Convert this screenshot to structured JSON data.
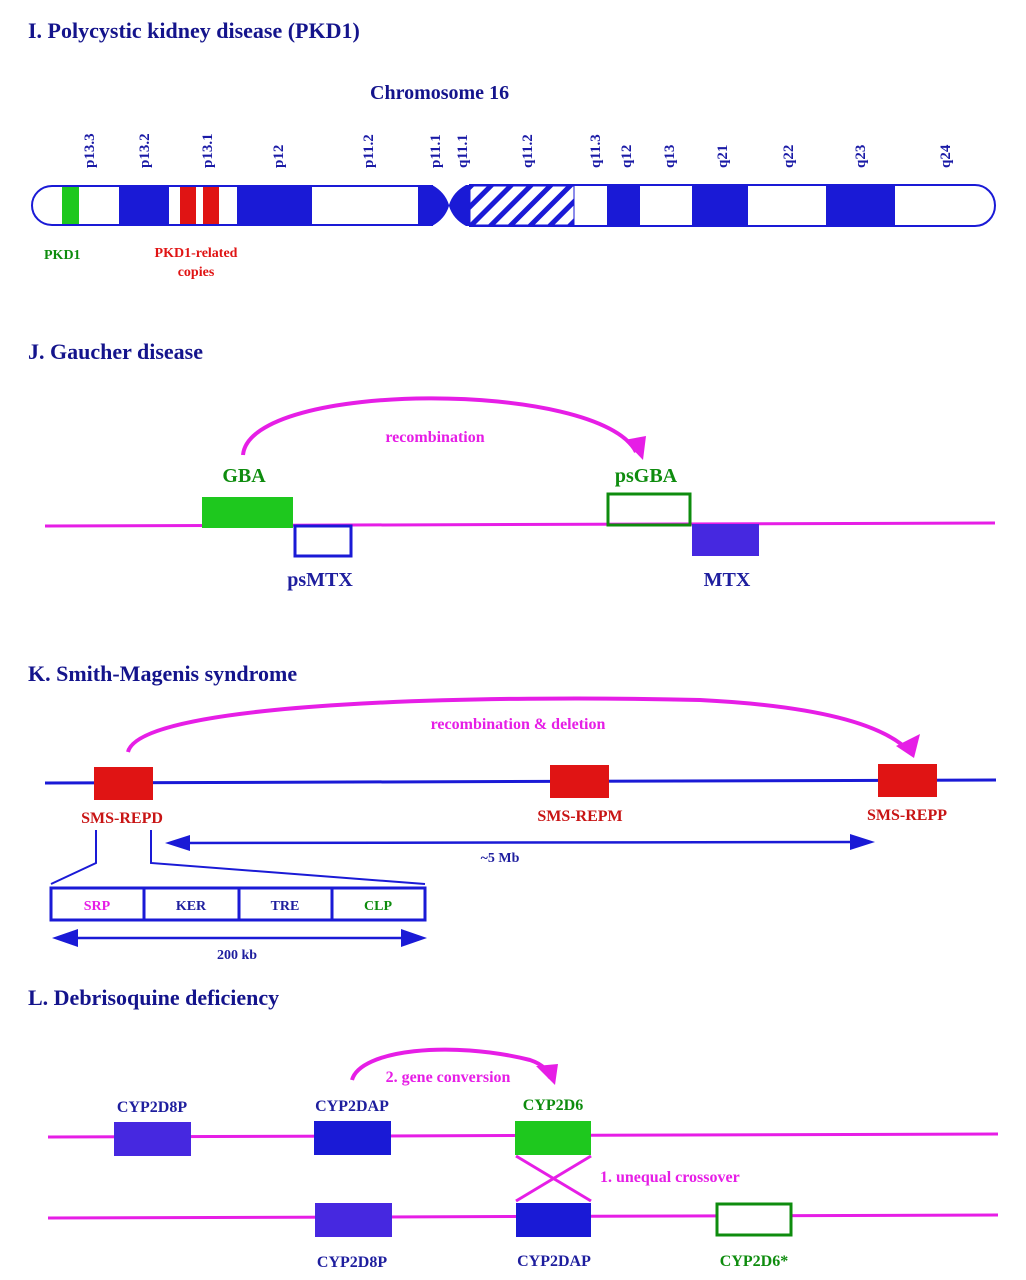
{
  "colors": {
    "title": "#14148c",
    "blue": "#1a1ad6",
    "navy": "#1e1e9e",
    "magenta": "#e61ee6",
    "green": "#1ec81e",
    "dark_green": "#0e8c0e",
    "red": "#e01414",
    "dark_red": "#c81414",
    "violet": "#4628e0"
  },
  "panel_i": {
    "title": "I. Polycystic kidney disease (PKD1)",
    "chromosome_label": "Chromosome 16",
    "bands": [
      "p13.3",
      "p13.2",
      "p13.1",
      "p12",
      "p11.2",
      "p11.1",
      "q11.1",
      "q11.2",
      "q11.3",
      "q12",
      "q13",
      "q21",
      "q22",
      "q23",
      "q24"
    ],
    "gene_label": "PKD1",
    "related_label_line1": "PKD1-related",
    "related_label_line2": "copies"
  },
  "panel_j": {
    "title": "J. Gaucher disease",
    "arrow_label": "recombination",
    "genes": {
      "gba": "GBA",
      "psgba": "psGBA",
      "psmtx": "psMTX",
      "mtx": "MTX"
    }
  },
  "panel_k": {
    "title": "K. Smith-Magenis syndrome",
    "arrow_label": "recombination & deletion",
    "repeats": {
      "repd": "SMS-REPD",
      "repm": "SMS-REPM",
      "repp": "SMS-REPP"
    },
    "span_label": "~5 Mb",
    "segments": [
      "SRP",
      "KER",
      "TRE",
      "CLP"
    ],
    "segment_span_label": "200 kb"
  },
  "panel_l": {
    "title": "L. Debrisoquine deficiency",
    "conversion_label": "2. gene conversion",
    "crossover_label": "1. unequal crossover",
    "top_genes": [
      "CYP2D8P",
      "CYP2DAP",
      "CYP2D6"
    ],
    "bottom_genes": [
      "CYP2D8P",
      "CYP2DAP",
      "CYP2D6*"
    ]
  }
}
